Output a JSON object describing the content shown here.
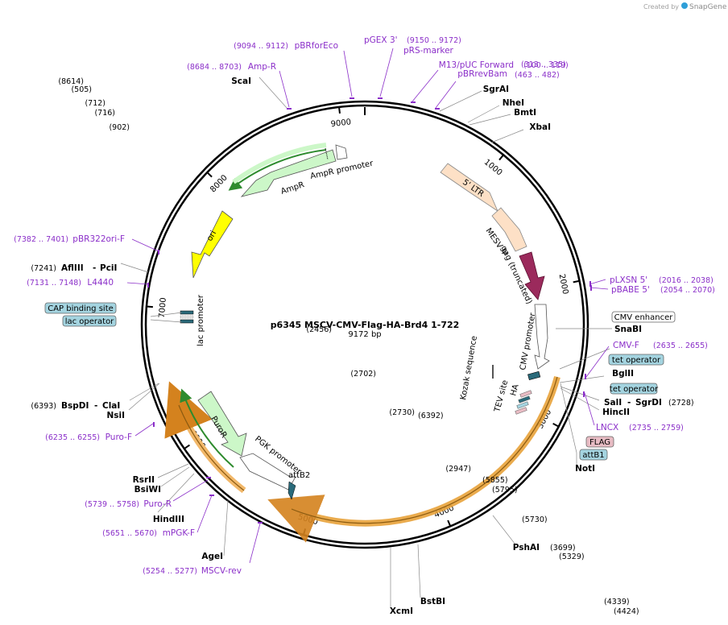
{
  "header": {
    "created_by": "Created by",
    "brand": "SnapGene"
  },
  "plasmid": {
    "name": "p6345 MSCV-CMV-Flag-HA-Brd4 1-722",
    "length": "9172 bp"
  },
  "ticks": [
    "1000",
    "2000",
    "3000",
    "4000",
    "5000",
    "6000",
    "7000",
    "8000",
    "9000"
  ],
  "features": {
    "ltr": "5' LTR",
    "mesv": "MESV Ψ",
    "gag": "gag (truncated)",
    "cmv_promoter": "CMV promoter",
    "kozak": "Kozak sequence",
    "ha": "HA",
    "tev": "TEV site",
    "puror": "PuroR",
    "pgk": "PGK promoter",
    "attb2": "attB2",
    "lac_promoter": "lac promoter",
    "ori": "ori",
    "ampr": "AmpR",
    "ampr_promoter": "AmpR promoter"
  },
  "enzymes": [
    {
      "name": "SgrAI",
      "pos": "(505)"
    },
    {
      "name": "NheI",
      "pos": "(712)"
    },
    {
      "name": "BmtI",
      "pos": "(716)"
    },
    {
      "name": "XbaI",
      "pos": "(902)"
    },
    {
      "name": "SnaBI",
      "pos": "(2456)"
    },
    {
      "name": "BglII",
      "pos": "(2702)"
    },
    {
      "name": "SalI",
      "sep": "-",
      "name2": "SgrDI",
      "pos": "(2728)"
    },
    {
      "name": "HincII",
      "pos": "(2730)"
    },
    {
      "name": "NotI",
      "pos": "(2947)"
    },
    {
      "name": "PshAI",
      "pos": "(3699)"
    },
    {
      "name": "BstBI",
      "pos": "(4339)"
    },
    {
      "name": "XcmI",
      "pos": "(4424)"
    },
    {
      "name": "AgeI",
      "pos": "(5329)"
    },
    {
      "name": "HindIII",
      "pos": "(5730)"
    },
    {
      "name": "BsiWI",
      "pos": "(5795)"
    },
    {
      "name": "RsrII",
      "pos": "(5855)"
    },
    {
      "name": "NsiI",
      "pos": "(6392)"
    },
    {
      "name": "BspDI",
      "sep": "-",
      "name2": "ClaI",
      "pos": "(6393)"
    },
    {
      "name": "AflIII",
      "sep": "-",
      "name2": "PciI",
      "pos": "(7241)"
    },
    {
      "name": "ScaI",
      "pos": "(8614)"
    }
  ],
  "primers": [
    {
      "name": "pBRforEco",
      "range": "(9094 .. 9112)"
    },
    {
      "name": "pGEX 3'",
      "range": ""
    },
    {
      "name": "pRS-marker",
      "range": "(9150 .. 9172)"
    },
    {
      "name": "M13/pUC Forward",
      "range": "(100 .. 119)"
    },
    {
      "name": "pBRrevBam",
      "range": "(313 .. 335)"
    },
    {
      "name": "",
      "range": "(463 .. 482)"
    },
    {
      "name": "Amp-R",
      "range": "(8684 .. 8703)"
    },
    {
      "name": "pLXSN 5'",
      "range": "(2016 .. 2038)"
    },
    {
      "name": "pBABE 5'",
      "range": "(2054 .. 2070)"
    },
    {
      "name": "CMV-F",
      "range": "(2635 .. 2655)"
    },
    {
      "name": "LNCX",
      "range": "(2735 .. 2759)"
    },
    {
      "name": "pBR322ori-F",
      "range": "(7382 .. 7401)"
    },
    {
      "name": "L4440",
      "range": "(7131 .. 7148)"
    },
    {
      "name": "Puro-F",
      "range": "(6235 .. 6255)"
    },
    {
      "name": "Puro-R",
      "range": "(5739 .. 5758)"
    },
    {
      "name": "mPGK-F",
      "range": "(5651 .. 5670)"
    },
    {
      "name": "MSCV-rev",
      "range": "(5254 .. 5277)"
    }
  ],
  "boxes": [
    {
      "label": "CMV enhancer",
      "color": "#ffffff"
    },
    {
      "label": "tet operator",
      "color": "#a4d4e0"
    },
    {
      "label": "tet operator",
      "color": "#a4d4e0"
    },
    {
      "label": "FLAG",
      "color": "#e8bcc4"
    },
    {
      "label": "attB1",
      "color": "#a4d4e0"
    },
    {
      "label": "CAP binding site",
      "color": "#a4d4e0"
    },
    {
      "label": "lac operator",
      "color": "#a4d4e0"
    }
  ],
  "colors": {
    "primer": "#8b2fc9",
    "ltr": "#fde0c6",
    "gag": "#9b2a5c",
    "ori": "#ffff00",
    "resistance": "#ccf7c8",
    "puro_orf": "#f2b86a",
    "long_orf": "#e8a33a",
    "snapgene": "#2f9fd8"
  }
}
